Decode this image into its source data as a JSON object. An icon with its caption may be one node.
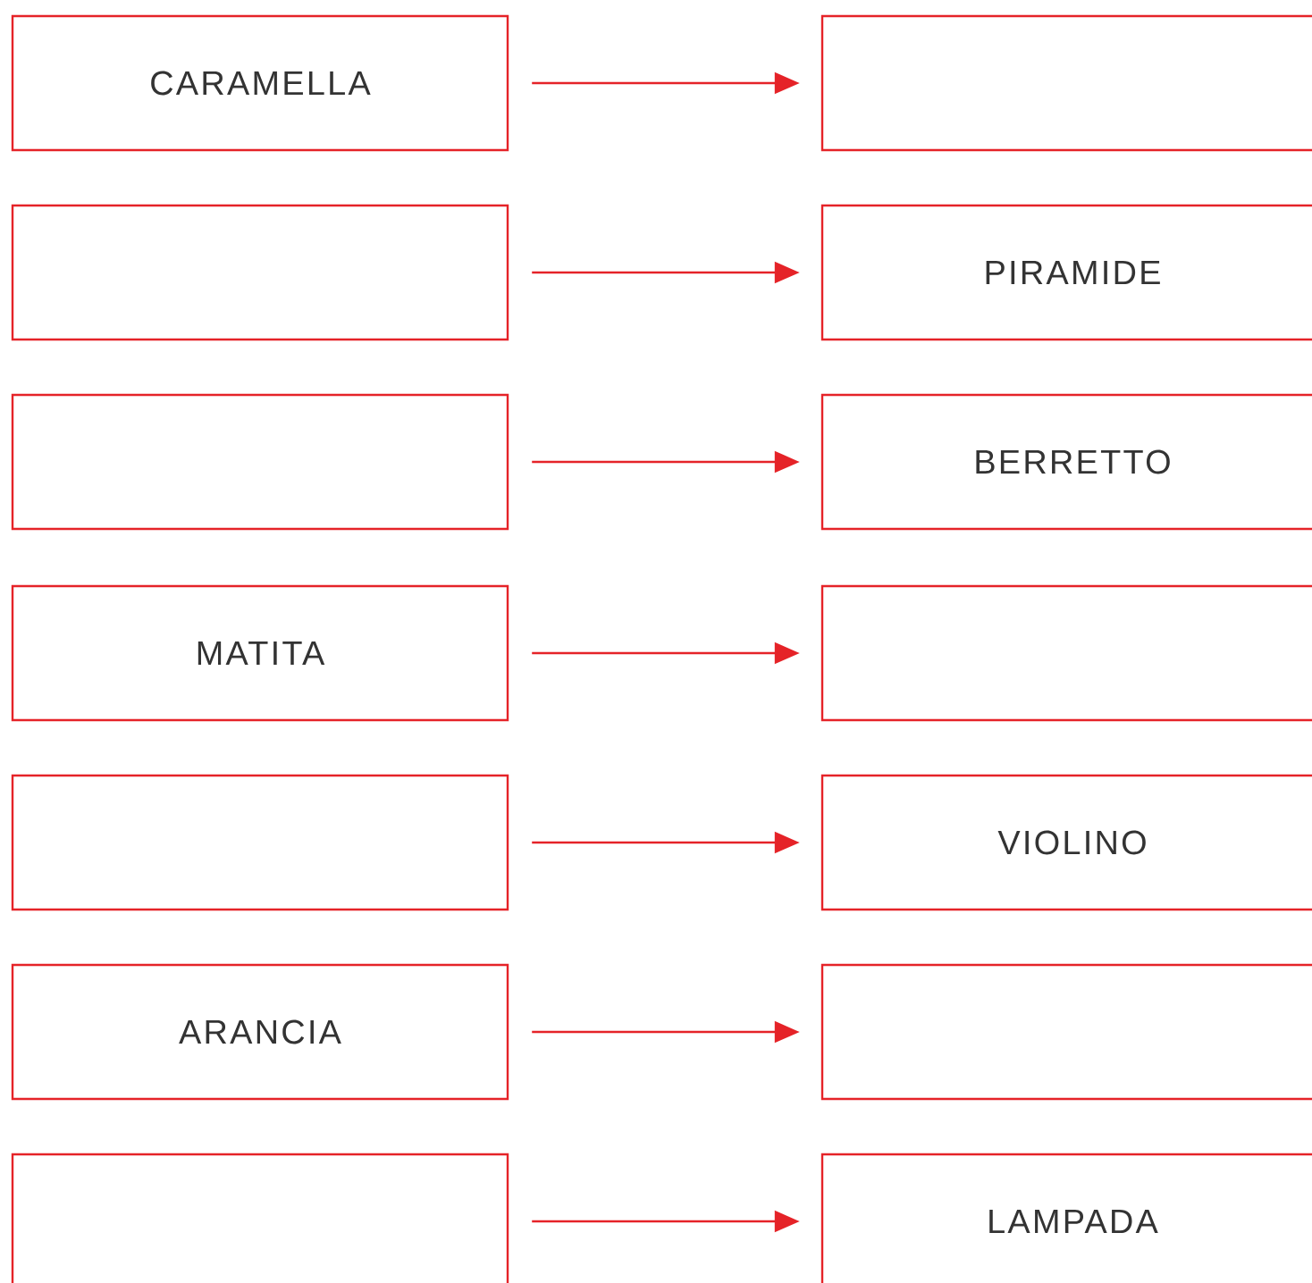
{
  "diagram": {
    "nodes": [
      {
        "text": [
          "CARAMELLA"
        ]
      },
      {
        "text": [],
        "shape": "box"
      },
      {
        "text": [],
        "shape": "box"
      },
      {
        "text": [
          "PIRAMIDE"
        ]
      },
      {
        "text": [],
        "shape": "box"
      },
      {
        "text": [
          "BERRETTO"
        ]
      },
      {
        "text": [
          "MATITA"
        ]
      },
      {
        "text": [],
        "shape": "box"
      },
      {
        "text": [],
        "shape": "box"
      },
      {
        "text": [
          "VIOLINO"
        ]
      },
      {
        "text": [
          "ARANCIA"
        ]
      },
      {
        "text": [],
        "shape": "box"
      },
      {
        "text": [],
        "shape": "box"
      },
      {
        "text": [
          "LAMPADA"
        ]
      }
    ],
    "edges": [
      {
        "from": 0,
        "to": 1,
        "arrow": "to"
      },
      {
        "from": 2,
        "to": 3,
        "arrow": "to"
      },
      {
        "from": 4,
        "to": 5,
        "arrow": "to"
      },
      {
        "from": 6,
        "to": 7,
        "arrow": "to"
      },
      {
        "from": 8,
        "to": 9,
        "arrow": "to"
      },
      {
        "from": 10,
        "to": 11,
        "arrow": "to"
      },
      {
        "from": 12,
        "to": 13,
        "arrow": "to"
      }
    ]
  }
}
